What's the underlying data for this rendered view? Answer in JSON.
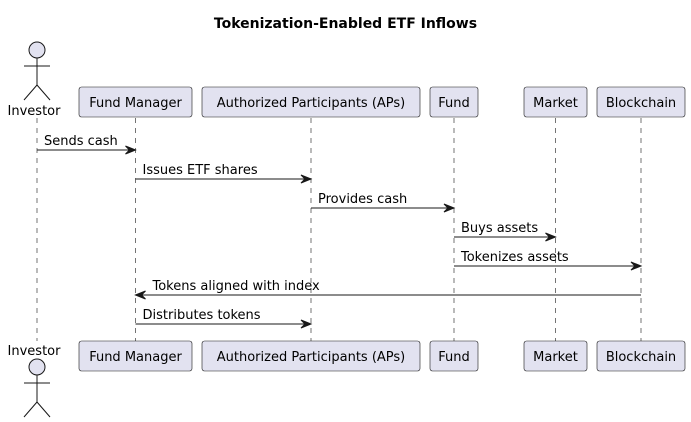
{
  "title": "Tokenization-Enabled ETF Inflows",
  "colors": {
    "participant_fill": "#E2E2F0",
    "participant_stroke": "#181818",
    "lifeline": "#181818",
    "arrow": "#181818",
    "text": "#000000"
  },
  "participants": [
    {
      "id": "investor",
      "label": "Investor",
      "kind": "actor",
      "icon": "person-icon"
    },
    {
      "id": "fund-manager",
      "label": "Fund Manager",
      "kind": "box"
    },
    {
      "id": "aps",
      "label": "Authorized Participants (APs)",
      "kind": "box"
    },
    {
      "id": "fund",
      "label": "Fund",
      "kind": "box"
    },
    {
      "id": "market",
      "label": "Market",
      "kind": "box"
    },
    {
      "id": "blockchain",
      "label": "Blockchain",
      "kind": "box"
    }
  ],
  "messages": [
    {
      "from": "investor",
      "to": "fund-manager",
      "label": "Sends cash"
    },
    {
      "from": "fund-manager",
      "to": "aps",
      "label": "Issues ETF shares"
    },
    {
      "from": "aps",
      "to": "fund",
      "label": "Provides cash"
    },
    {
      "from": "fund",
      "to": "market",
      "label": "Buys assets"
    },
    {
      "from": "fund",
      "to": "blockchain",
      "label": "Tokenizes assets"
    },
    {
      "from": "blockchain",
      "to": "fund-manager",
      "label": "Tokens aligned with index"
    },
    {
      "from": "fund-manager",
      "to": "aps",
      "label": "Distributes tokens"
    }
  ]
}
